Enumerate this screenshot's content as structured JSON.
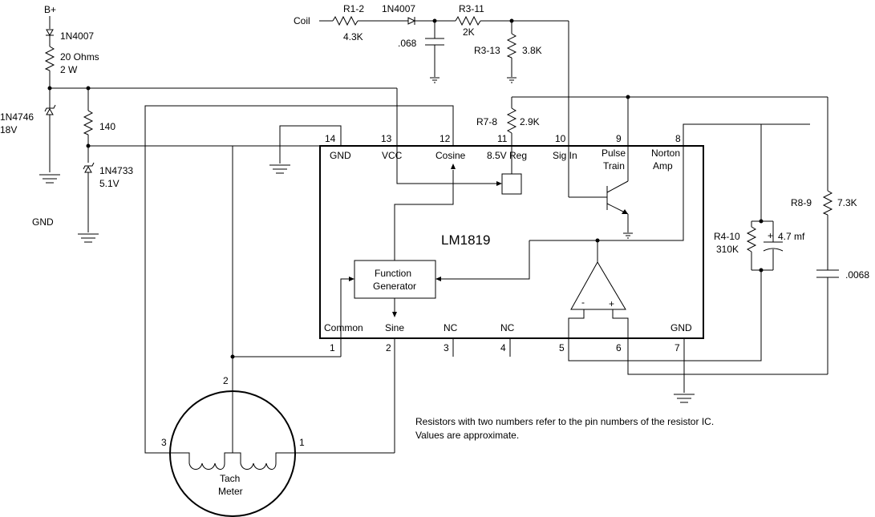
{
  "power": {
    "bplus": "B+",
    "gnd": "GND"
  },
  "components": {
    "d_top": "1N4007",
    "r_drop_value": "20 Ohms",
    "r_drop_power": "2 W",
    "zener18_part": "1N4746",
    "zener18_volt": "18V",
    "r140": "140",
    "zener5_part": "1N4733",
    "zener5_volt": "5.1V",
    "coil": "Coil",
    "r1_2_name": "R1-2",
    "r1_2_val": "4.3K",
    "d_coil": "1N4007",
    "cap_068": ".068",
    "r3_11_name": "R3-11",
    "r3_11_val": "2K",
    "r3_13_name": "R3-13",
    "r3_13_val": "3.8K",
    "r7_8_name": "R7-8",
    "r7_8_val": "2.9K",
    "r8_9_name": "R8-9",
    "r8_9_val": "7.3K",
    "r4_10_name": "R4-10",
    "r4_10_val": "310K",
    "cap_47": "4.7 mf",
    "cap_0068": ".0068",
    "cap_plus": "+"
  },
  "ic": {
    "name": "LM1819",
    "function_generator": [
      "Function",
      "Generator"
    ],
    "opamp_minus": "-",
    "opamp_plus": "+",
    "top_pins": [
      {
        "num": "14",
        "label": "GND"
      },
      {
        "num": "13",
        "label": "VCC"
      },
      {
        "num": "12",
        "label": "Cosine"
      },
      {
        "num": "11",
        "label": "8.5V Reg"
      },
      {
        "num": "10",
        "label": "Sig In"
      },
      {
        "num": "9",
        "label": [
          "Pulse",
          "Train"
        ]
      },
      {
        "num": "8",
        "label": [
          "Norton",
          "Amp"
        ]
      }
    ],
    "bottom_pins": [
      {
        "num": "1",
        "label": "Common"
      },
      {
        "num": "2",
        "label": "Sine"
      },
      {
        "num": "3",
        "label": "NC"
      },
      {
        "num": "4",
        "label": "NC"
      },
      {
        "num": "5",
        "label": ""
      },
      {
        "num": "6",
        "label": ""
      },
      {
        "num": "7",
        "label": "GND"
      }
    ]
  },
  "meter": {
    "label": [
      "Tach",
      "Meter"
    ],
    "pins": [
      "3",
      "2",
      "1"
    ]
  },
  "notes": [
    "Resistors with two numbers refer to the pin numbers of the resistor IC.",
    "Values are approximate."
  ]
}
